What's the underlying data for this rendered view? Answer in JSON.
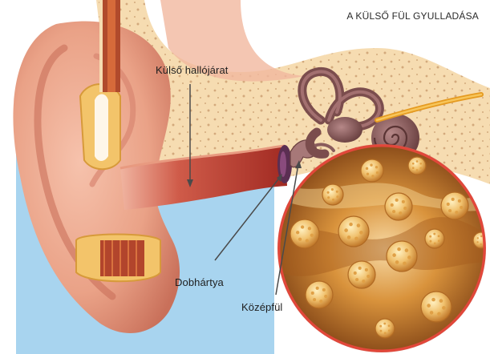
{
  "title": "A KÜLSŐ FÜL GYULLADÁSA",
  "labels": {
    "ear_canal": "Külső hallójárat",
    "eardrum": "Dobhártya",
    "middle_ear": "Középfül"
  },
  "colors": {
    "background_panel": "#a8d4ef",
    "skin": "#eaa287",
    "skin_dark": "#c9705a",
    "bone": "#f6dcb1",
    "bone_speckle": "#d3a97c",
    "canal_inflamed": "#b0382b",
    "cochlea": "#8a5c5c",
    "nerve": "#f0b030",
    "inset_background": "#c98a2a",
    "bacteria": "#f4c97a"
  },
  "inset": {
    "description_icon": "magnifier-circle-bacteria"
  }
}
